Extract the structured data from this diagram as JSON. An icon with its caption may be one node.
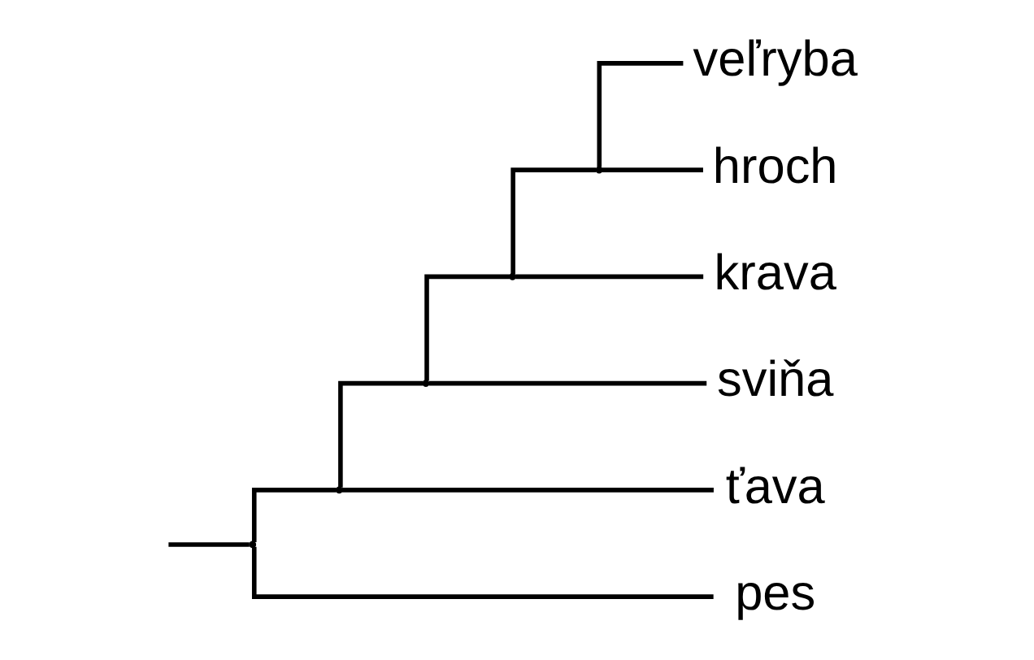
{
  "diagram": {
    "nodes": [
      {
        "text": [
          "veľryba"
        ]
      },
      {
        "text": [
          "hroch"
        ]
      },
      {
        "text": [
          "krava"
        ]
      },
      {
        "text": [
          "sviňa"
        ]
      },
      {
        "text": [
          "ťava"
        ]
      },
      {
        "text": [
          "pes"
        ]
      },
      {
        "text": [],
        "shape": "point"
      },
      {
        "text": [],
        "shape": "point"
      },
      {
        "text": [],
        "shape": "point"
      },
      {
        "text": [],
        "shape": "point"
      },
      {
        "text": [],
        "shape": "point"
      }
    ],
    "edges": [
      {
        "from": null,
        "to": 6,
        "arrow": "none"
      },
      {
        "from": 6,
        "to": 7,
        "arrow": "none"
      },
      {
        "from": 6,
        "to": 5,
        "arrow": "none"
      },
      {
        "from": 7,
        "to": 8,
        "arrow": "none"
      },
      {
        "from": 7,
        "to": 4,
        "arrow": "none"
      },
      {
        "from": 8,
        "to": 9,
        "arrow": "none"
      },
      {
        "from": 8,
        "to": 3,
        "arrow": "none"
      },
      {
        "from": 9,
        "to": 10,
        "arrow": "none"
      },
      {
        "from": 9,
        "to": 2,
        "arrow": "none"
      },
      {
        "from": 10,
        "to": 0,
        "arrow": "none"
      },
      {
        "from": 10,
        "to": 1,
        "arrow": "none"
      }
    ]
  }
}
